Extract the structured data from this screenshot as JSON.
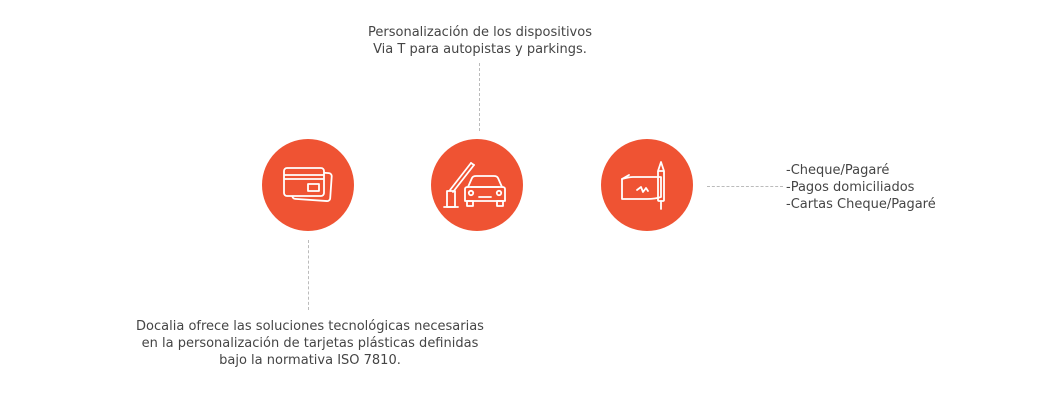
{
  "colors": {
    "accent": "#ef5333",
    "text": "#454545",
    "connector": "#bbbbbb"
  },
  "nodes": {
    "card": {
      "icon": "credit-card-icon"
    },
    "car": {
      "icon": "car-barrier-icon"
    },
    "cheque": {
      "icon": "cheque-pen-icon"
    }
  },
  "callouts": {
    "top": {
      "lines": [
        "Personalización de los dispositivos",
        "Via T para autopistas y parkings."
      ]
    },
    "bottom": {
      "lines": [
        "Docalia ofrece las soluciones tecnológicas necesarias",
        "en la personalización de tarjetas plásticas definidas",
        "bajo la normativa ISO 7810."
      ]
    },
    "right": {
      "lines": [
        "-Cheque/Pagaré",
        "-Pagos domiciliados",
        "-Cartas Cheque/Pagaré"
      ]
    }
  }
}
